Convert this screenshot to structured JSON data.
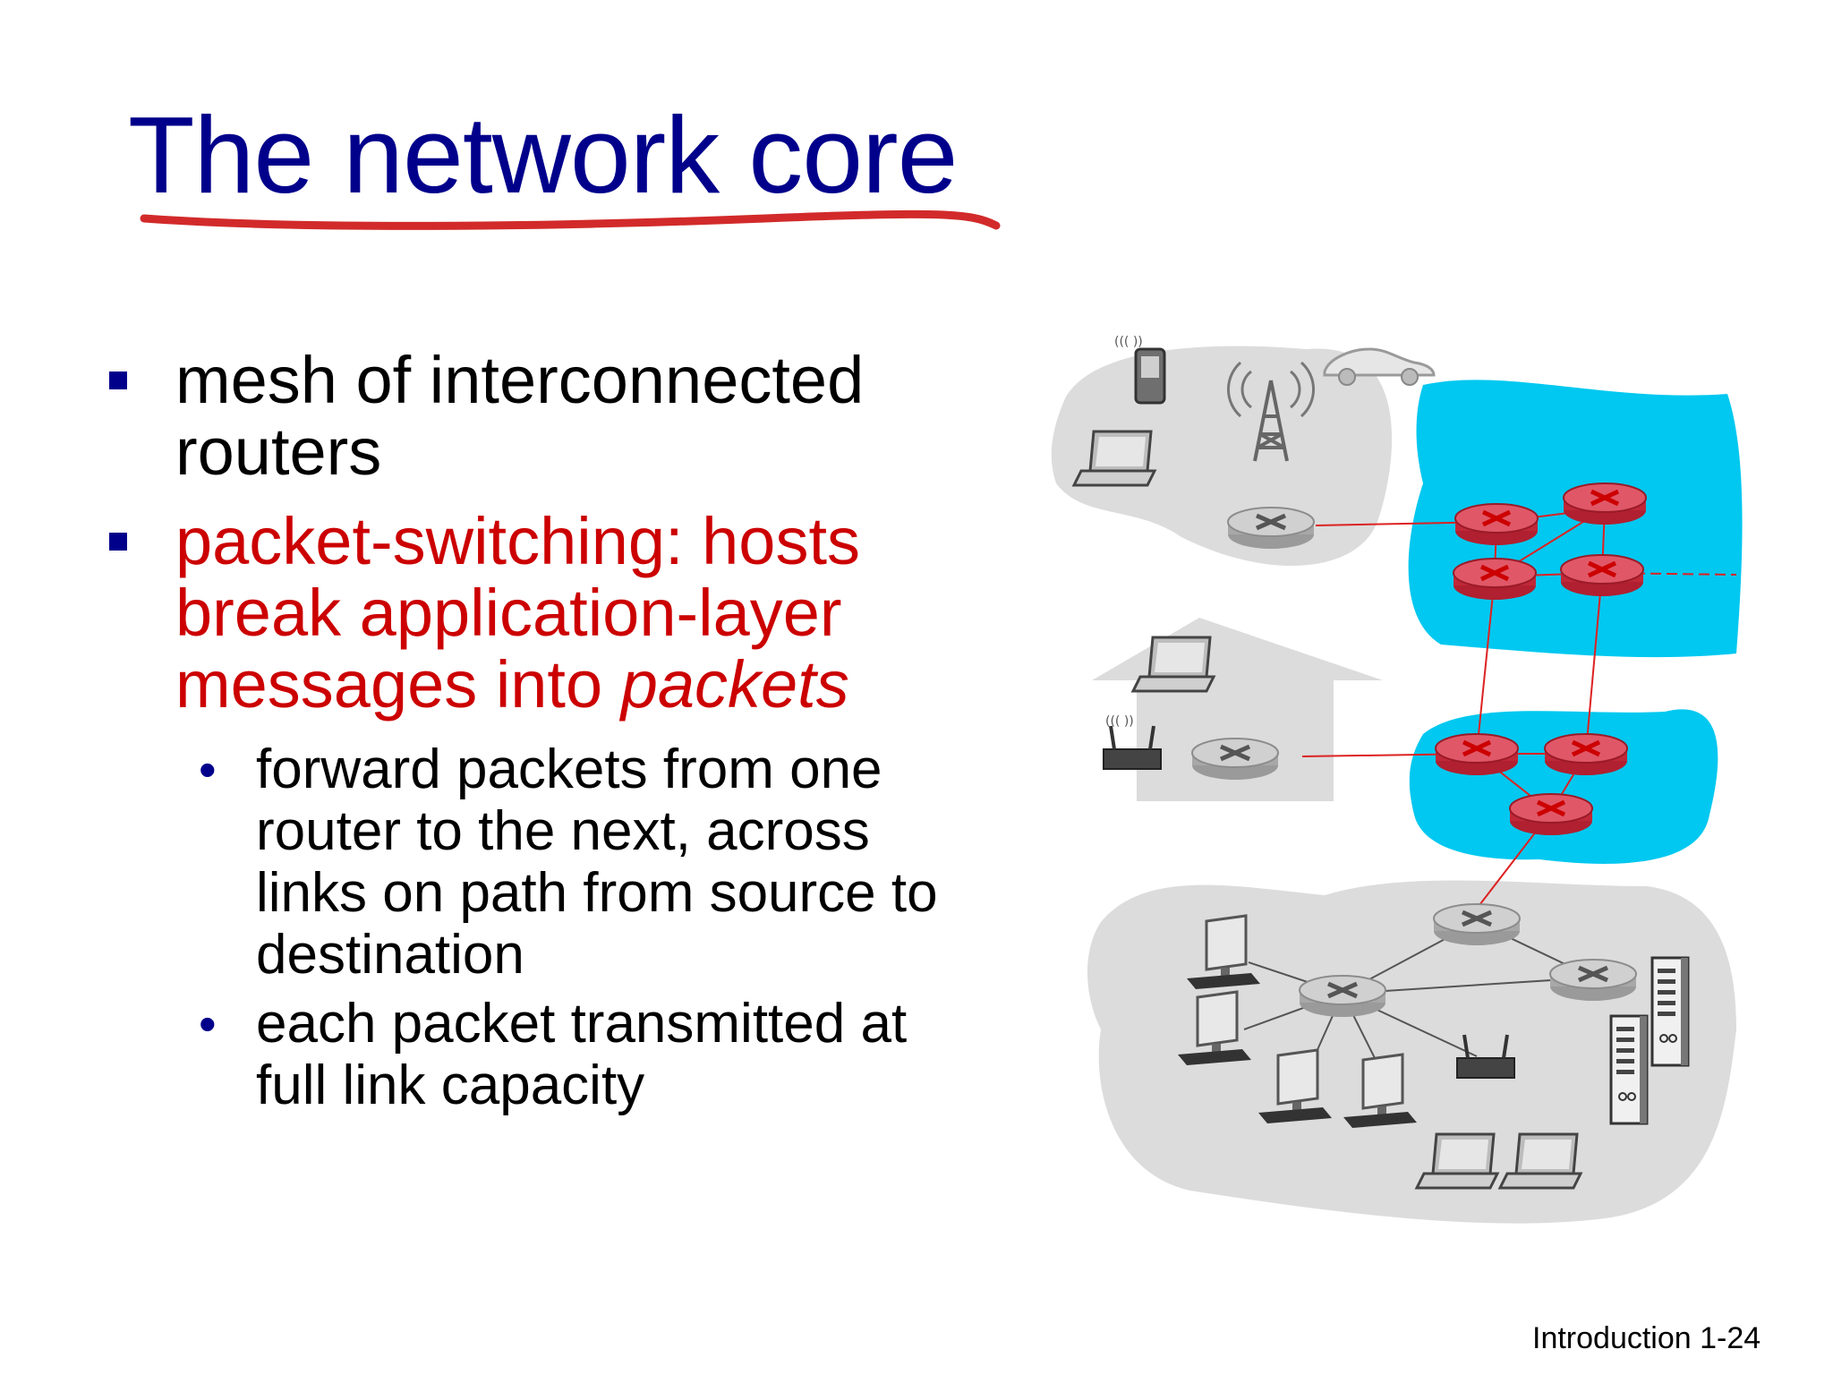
{
  "slide": {
    "title": "The network core",
    "bullets": [
      {
        "text": "mesh of interconnected routers"
      },
      {
        "text": "packet-switching: hosts break application-layer messages into ",
        "emphasis": "packets"
      }
    ],
    "sub_bullets": [
      "forward packets from one router to the next, across links on path from source to destination",
      "each packet transmitted at full link capacity"
    ],
    "footer": "Introduction 1-24"
  },
  "icons": [
    "router-icon",
    "core-router-icon",
    "laptop-icon",
    "phone-icon",
    "car-icon",
    "cell-tower-icon",
    "wifi-access-point-icon",
    "desktop-computer-icon",
    "server-icon",
    "house-icon"
  ],
  "colors": {
    "title": "#00008b",
    "emphasis_text": "#cc0000",
    "core_network": "#00c8f0",
    "edge_network": "#d9d9d9",
    "link": "#dd2222",
    "underline": "#d22a2a"
  }
}
